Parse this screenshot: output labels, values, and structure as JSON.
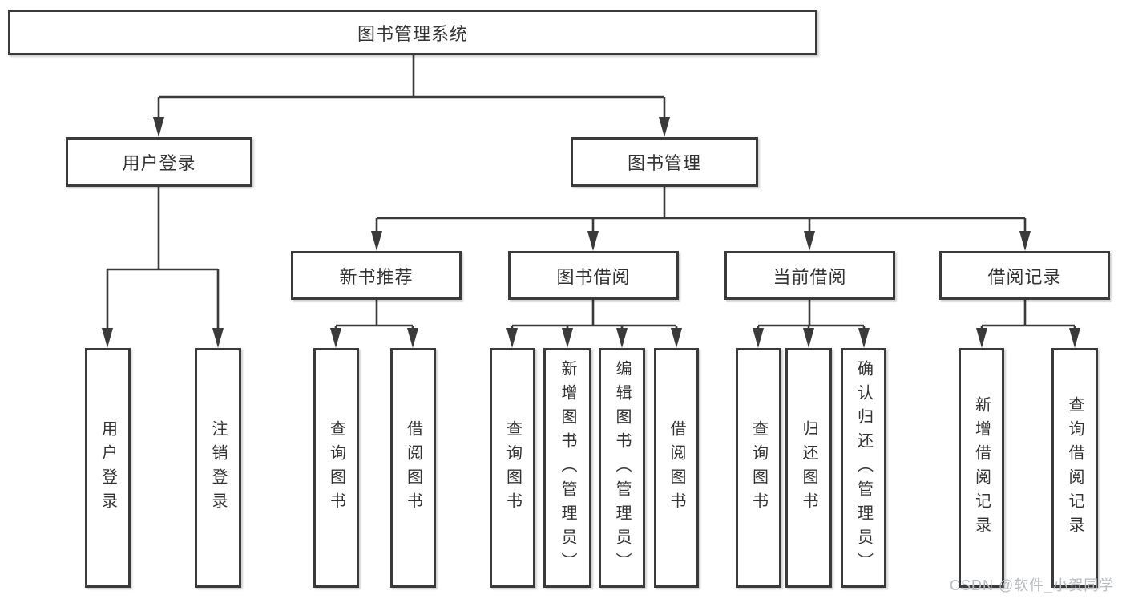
{
  "diagram": {
    "root": {
      "label": "图书管理系统"
    },
    "level2": [
      {
        "label": "用户登录"
      },
      {
        "label": "图书管理"
      }
    ],
    "level3": [
      {
        "label": "新书推荐"
      },
      {
        "label": "图书借阅"
      },
      {
        "label": "当前借阅"
      },
      {
        "label": "借阅记录"
      }
    ],
    "leaves": [
      {
        "label": "用户登录"
      },
      {
        "label": "注销登录"
      },
      {
        "label": "查询图书"
      },
      {
        "label": "借阅图书"
      },
      {
        "label": "查询图书"
      },
      {
        "label": "新增图书（管理员）"
      },
      {
        "label": "编辑图书（管理员）"
      },
      {
        "label": "借阅图书"
      },
      {
        "label": "查询图书"
      },
      {
        "label": "归还图书"
      },
      {
        "label": "确认归还（管理员）"
      },
      {
        "label": "新增借阅记录"
      },
      {
        "label": "查询借阅记录"
      }
    ]
  },
  "watermark": {
    "text": "CSDN @软件_小贺同学"
  },
  "colors": {
    "line": "#3a3a3a",
    "background": "#ffffff",
    "watermark": "#b6bbc2"
  }
}
